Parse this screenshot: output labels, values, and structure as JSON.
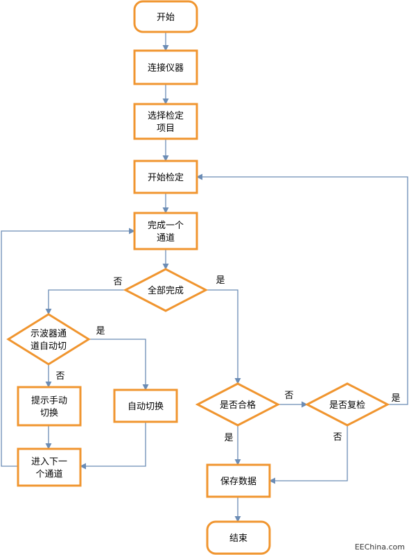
{
  "colors": {
    "node_stroke": "#f0952f",
    "edge_stroke": "#6b8cb5",
    "node_fill": "#ffffff",
    "text": "#000000"
  },
  "nodes": {
    "start": {
      "shape": "rounded",
      "lines": [
        "开始"
      ]
    },
    "connect": {
      "shape": "rect",
      "lines": [
        "连接仪器"
      ]
    },
    "select": {
      "shape": "rect",
      "lines": [
        "选择检定",
        "项目"
      ]
    },
    "begin_check": {
      "shape": "rect",
      "lines": [
        "开始检定"
      ]
    },
    "complete_channel": {
      "shape": "rect",
      "lines": [
        "完成一个",
        "通道"
      ]
    },
    "all_done": {
      "shape": "diamond",
      "lines": [
        "全部完成"
      ]
    },
    "auto_switch_q": {
      "shape": "diamond",
      "lines": [
        "示波器通",
        "道自动切"
      ]
    },
    "prompt_manual": {
      "shape": "rect",
      "lines": [
        "提示手动",
        "切换"
      ]
    },
    "auto_switch": {
      "shape": "rect",
      "lines": [
        "自动切换"
      ]
    },
    "next_channel": {
      "shape": "rect",
      "lines": [
        "进入下一",
        "个通道"
      ]
    },
    "qualified_q": {
      "shape": "diamond",
      "lines": [
        "是否合格"
      ]
    },
    "recheck_q": {
      "shape": "diamond",
      "lines": [
        "是否复检"
      ]
    },
    "save": {
      "shape": "rect",
      "lines": [
        "保存数据"
      ]
    },
    "end": {
      "shape": "rounded",
      "lines": [
        "结束"
      ]
    }
  },
  "edges": [
    {
      "from": "start",
      "to": "connect",
      "label": ""
    },
    {
      "from": "connect",
      "to": "select",
      "label": ""
    },
    {
      "from": "select",
      "to": "begin_check",
      "label": ""
    },
    {
      "from": "begin_check",
      "to": "complete_channel",
      "label": ""
    },
    {
      "from": "complete_channel",
      "to": "all_done",
      "label": ""
    },
    {
      "from": "all_done",
      "to": "auto_switch_q",
      "label": "否"
    },
    {
      "from": "all_done",
      "to": "qualified_q",
      "label": "是"
    },
    {
      "from": "auto_switch_q",
      "to": "auto_switch",
      "label": "是"
    },
    {
      "from": "auto_switch_q",
      "to": "prompt_manual",
      "label": "否"
    },
    {
      "from": "prompt_manual",
      "to": "next_channel",
      "label": ""
    },
    {
      "from": "auto_switch",
      "to": "next_channel",
      "label": ""
    },
    {
      "from": "next_channel",
      "to": "complete_channel",
      "label": ""
    },
    {
      "from": "qualified_q",
      "to": "recheck_q",
      "label": "否"
    },
    {
      "from": "qualified_q",
      "to": "save",
      "label": "是"
    },
    {
      "from": "recheck_q",
      "to": "begin_check",
      "label": "是"
    },
    {
      "from": "recheck_q",
      "to": "save",
      "label": "否"
    },
    {
      "from": "save",
      "to": "end",
      "label": ""
    }
  ],
  "watermark": "EEChina.com"
}
